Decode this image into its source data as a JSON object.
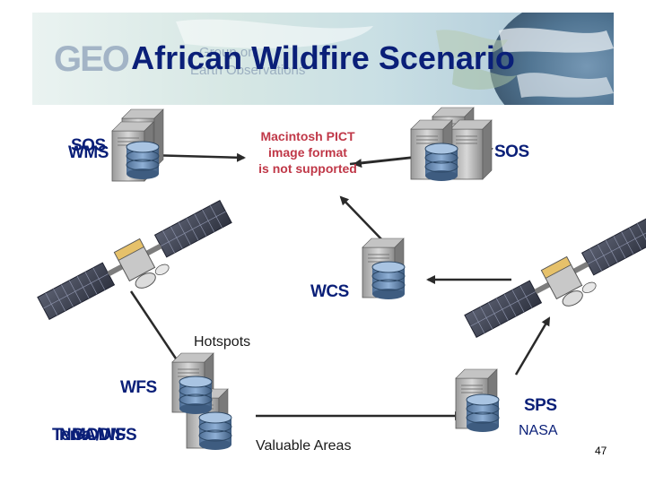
{
  "slide": {
    "title": "African Wildfire Scenario",
    "page_number": "47"
  },
  "logo": {
    "text": "GEO",
    "subtitle_line1": "Group on",
    "subtitle_line2": "Earth Observations"
  },
  "labels": {
    "sos_left": "SOS",
    "wms": "WMS",
    "sos_right": "SOS",
    "wcs": "WCS",
    "hotspots": "Hotspots",
    "wfs": "WFS",
    "terra": "Terra",
    "modis": "MODIS",
    "ngaway": "NGA/WFS",
    "valuable_areas": "Valuable Areas",
    "sps": "SPS",
    "nasa": "NASA"
  },
  "placeholder_image": {
    "line1": "Macintosh PICT",
    "line2": "image format",
    "line3": "is not supported"
  },
  "colors": {
    "service_label": "#0a1f78",
    "arrow": "#2a2a2a",
    "pict_text": "#c03848"
  }
}
